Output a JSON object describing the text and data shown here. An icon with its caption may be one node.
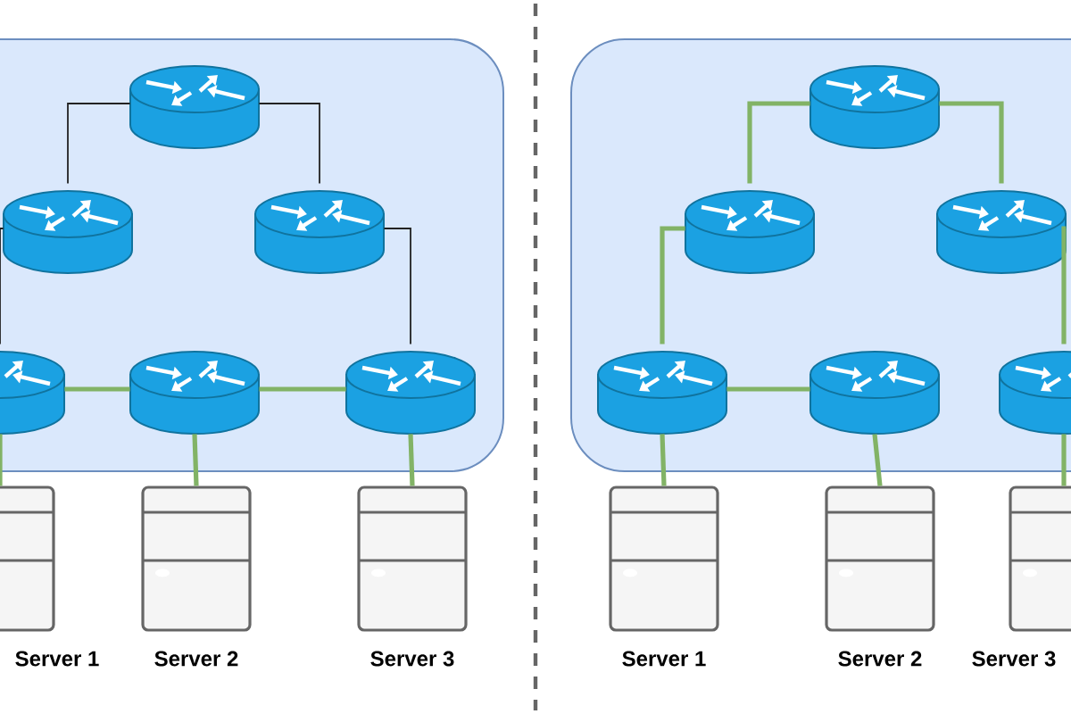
{
  "diagram": {
    "nodes": [
      {
        "text": [],
        "shape": "box"
      },
      {
        "text": [],
        "shape": "cylinder",
        "in": 0
      },
      {
        "text": [],
        "shape": "cylinder",
        "in": 0
      },
      {
        "text": [],
        "shape": "cylinder",
        "in": 0
      },
      {
        "text": [],
        "shape": "cylinder",
        "in": 0
      },
      {
        "text": [],
        "shape": "cylinder",
        "in": 0
      },
      {
        "text": [],
        "shape": "cylinder",
        "in": 0
      },
      {
        "text": [
          "Server 1"
        ]
      },
      {
        "text": [
          "Server 2"
        ]
      },
      {
        "text": [
          "Server 3"
        ]
      },
      {
        "text": [],
        "shape": "box"
      },
      {
        "text": [],
        "shape": "cylinder",
        "in": 10
      },
      {
        "text": [],
        "shape": "cylinder",
        "in": 10
      },
      {
        "text": [],
        "shape": "cylinder",
        "in": 10
      },
      {
        "text": [],
        "shape": "cylinder",
        "in": 10
      },
      {
        "text": [],
        "shape": "cylinder",
        "in": 10
      },
      {
        "text": [],
        "shape": "cylinder",
        "in": 10
      },
      {
        "text": [
          "Server 1"
        ]
      },
      {
        "text": [
          "Server 2"
        ]
      },
      {
        "text": [
          "Server 3"
        ]
      }
    ],
    "edges": [
      {
        "from": 1,
        "to": 2,
        "arrow": "none",
        "color": "#222222"
      },
      {
        "from": 1,
        "to": 3,
        "arrow": "none",
        "color": "#222222"
      },
      {
        "from": 2,
        "to": 4,
        "arrow": "none",
        "color": "#222222"
      },
      {
        "from": 3,
        "to": 6,
        "arrow": "none",
        "color": "#222222"
      },
      {
        "from": 4,
        "to": 5,
        "arrow": "none"
      },
      {
        "from": 5,
        "to": 6,
        "arrow": "none"
      },
      {
        "from": 4,
        "to": 7,
        "arrow": "none"
      },
      {
        "from": 5,
        "to": 8,
        "arrow": "none"
      },
      {
        "from": 6,
        "to": 9,
        "arrow": "none"
      },
      {
        "from": 11,
        "to": 12,
        "arrow": "none"
      },
      {
        "from": 11,
        "to": 13,
        "arrow": "none"
      },
      {
        "from": 12,
        "to": 14,
        "arrow": "none"
      },
      {
        "from": 13,
        "to": 16,
        "arrow": "none"
      },
      {
        "from": 14,
        "to": 15,
        "arrow": "none"
      },
      {
        "from": 14,
        "to": 17,
        "arrow": "none"
      },
      {
        "from": 15,
        "to": 18,
        "arrow": "none"
      },
      {
        "from": 16,
        "to": 19,
        "arrow": "none"
      }
    ]
  }
}
